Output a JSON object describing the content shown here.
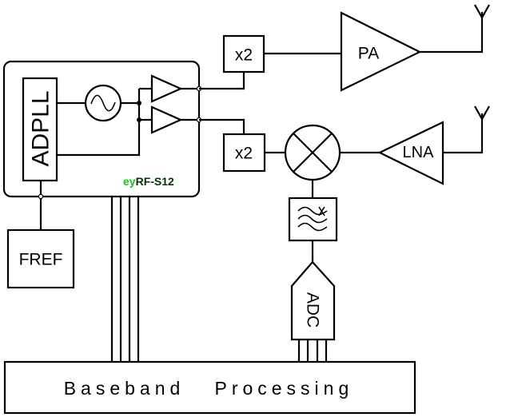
{
  "blocks": {
    "adpll": "ADPLL",
    "chip_brand_prefix": "ey",
    "chip_brand_suffix": "RF-S12",
    "fref": "FREF",
    "doubler_tx": "x2",
    "doubler_rx": "x2",
    "pa": "PA",
    "lna": "LNA",
    "adc": "ADC",
    "baseband": "Baseband   Processing"
  },
  "colors": {
    "brand_green": "#1ec01e",
    "brand_dark": "#003300",
    "line": "#000000"
  },
  "icons": [
    "oscillator-icon",
    "mixer-icon",
    "filter-icon",
    "antenna-icon",
    "buffer-amplifier-icon"
  ]
}
